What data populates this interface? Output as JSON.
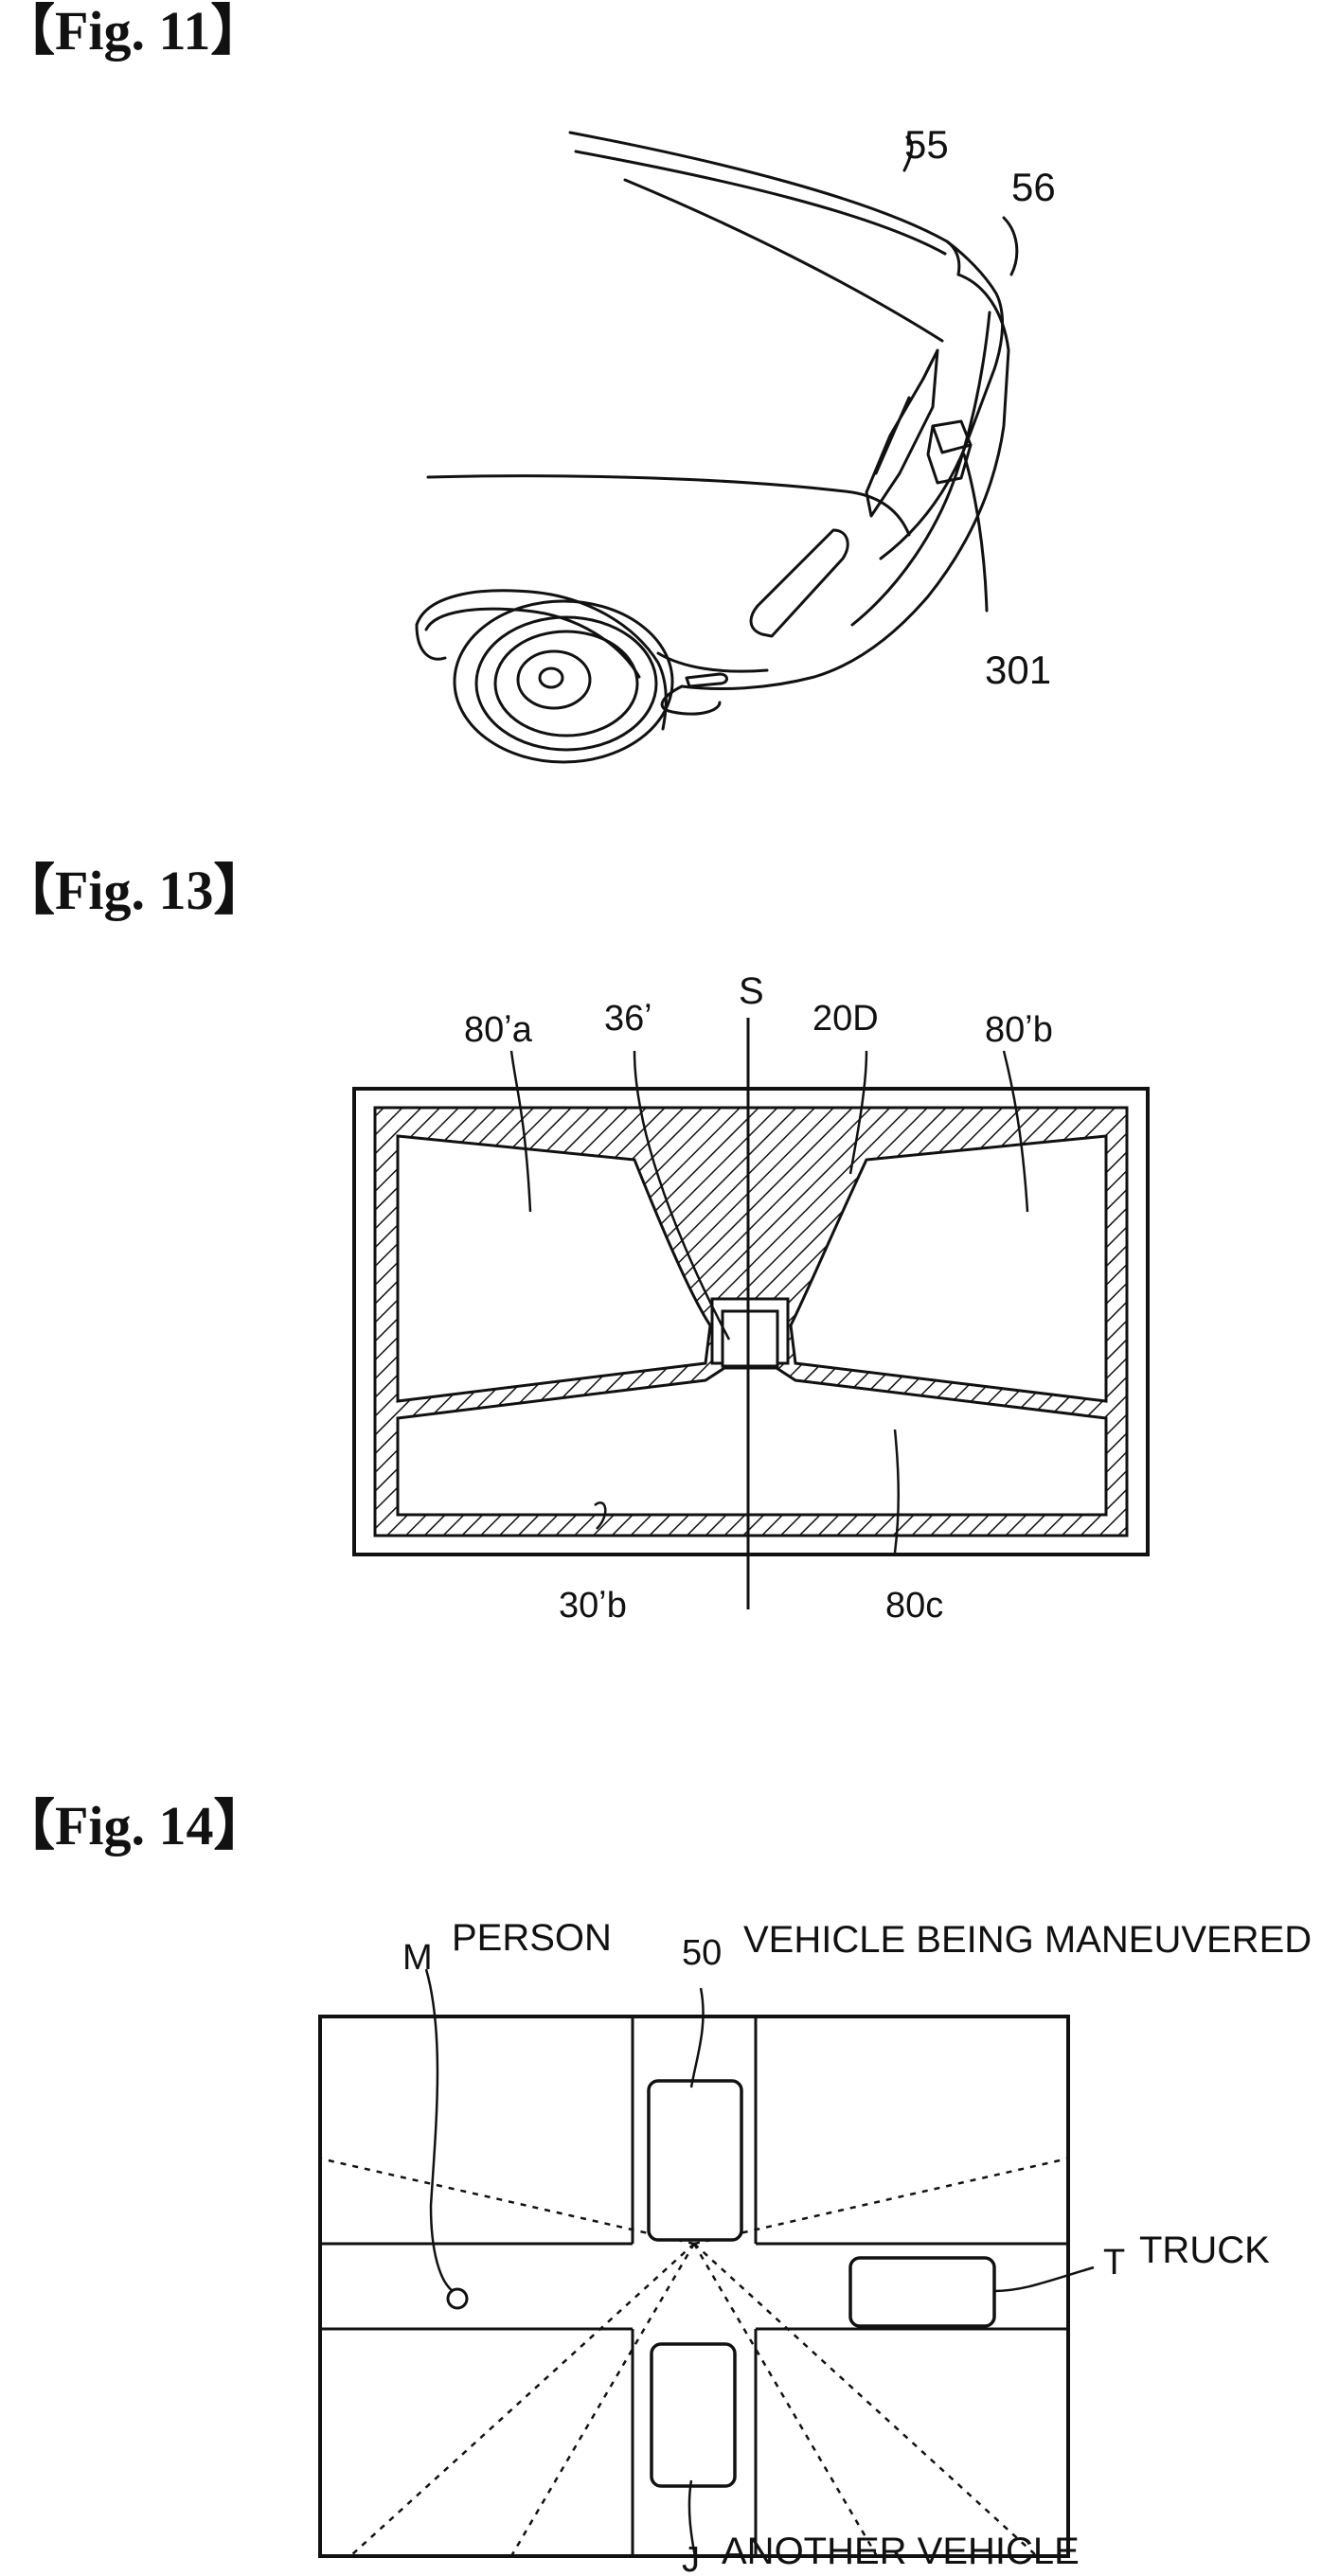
{
  "figures": {
    "fig11": {
      "title": "【Fig. 11】",
      "labels": {
        "ref55": "55",
        "ref56": "56",
        "ref301": "301"
      }
    },
    "fig13": {
      "title": "【Fig. 13】",
      "labels": {
        "S": "S",
        "ref80a": "80ʼa",
        "ref36": "36ʼ",
        "ref20D": "20D",
        "ref80b": "80ʼb",
        "ref30b": "30ʼb",
        "ref80c": "80c"
      }
    },
    "fig14": {
      "title": "【Fig. 14】",
      "labels": {
        "M": "M",
        "person": "PERSON",
        "ref50": "50",
        "vehicle": "VEHICLE BEING MANEUVERED",
        "T": "T",
        "truck": "TRUCK",
        "J": "J",
        "another": "ANOTHER VEHICLE"
      }
    }
  }
}
